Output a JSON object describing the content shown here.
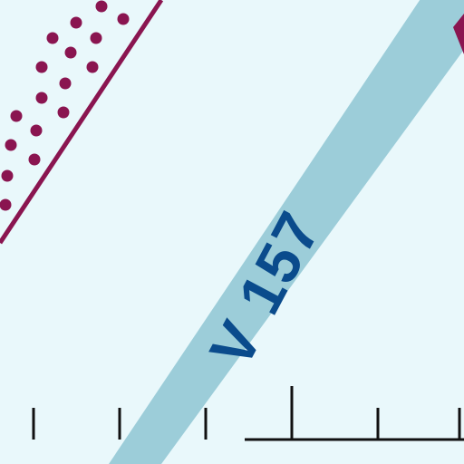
{
  "map": {
    "background_color": "#e9f8fb",
    "airway": {
      "label": "V 157",
      "band_color": "#9ccdd9",
      "label_color": "#0a4b8c"
    },
    "airspace_boundary": {
      "color": "#8a1550",
      "style": "solid line with dotted inner border"
    },
    "scale_bar": {
      "color": "#111111",
      "style": "tick marks"
    },
    "icons": [
      "airway-band",
      "restricted-area-boundary",
      "scale-ticks"
    ]
  }
}
